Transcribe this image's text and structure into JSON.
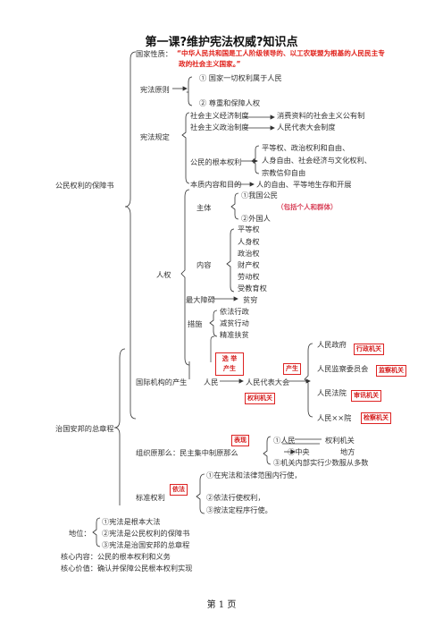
{
  "title": "第一课?维护宪法权威?知识点",
  "guarantee": "公民权利的保障书",
  "nature_label": "国家性质：",
  "nature_text_1": "“中华人民共和国是工人阶级领导的、以工农联盟为根基的人民民主专",
  "nature_text_2": "政的社会主义国家。”",
  "principle_label": "宪法原则",
  "principle_1": "①  国家一切权利属于人民",
  "principle_2": "②  尊重和保障人权",
  "provision_label": "宪法规定",
  "econ_system": "社会主义经济制度",
  "econ_system_val": "消费资料的社会主义公有制",
  "pol_system": "社会主义政治制度",
  "pol_system_val": "人民代表大会制度",
  "basic_rights": "公民的根本权利",
  "right_1": "平等权、政治权利和自由、",
  "right_2": "人身自由、社会经济与文化权利、",
  "right_3": "宗教信仰自由",
  "essence": "本质内容和目的",
  "essence_val": "人的自由、平等地生存和开展",
  "subject": "主体",
  "subject_1": "①我国公民",
  "subject_note": "（包括个人和群体）",
  "subject_2": "②外国人",
  "human_rights": "人权",
  "content": "内容",
  "content_items": [
    "平等权",
    "人身权",
    "政治权",
    "财产权",
    "劳动权",
    "受教育权"
  ],
  "biggest_obstacle": "最大障碍",
  "obstacle_val": "贫穷",
  "measures": "措施",
  "measure_items": [
    "依法行政",
    "减贫行动",
    "精准扶贫"
  ],
  "gov_org": "国际机构的产生",
  "people": "人民",
  "npc": "人民代表大会",
  "tag_election_1": "选 举",
  "tag_election_2": "产生",
  "tag_produce": "产生",
  "tag_power_organ": "权利机关",
  "bodies": [
    "人民政府",
    "人民监察委员会",
    "人民法院",
    "人民××院"
  ],
  "body_tags": [
    "行政机关",
    "监察机关",
    "审讯机关",
    "检察机关"
  ],
  "governance": "治国安邦的总章程",
  "org_principle": "组织原那么：民主集中制原那么",
  "tag_embody": "表现",
  "org_1": "①人民",
  "org_1_val": "权利机关",
  "org_2": "②中央",
  "org_2_val": "地方",
  "org_3": "③机关内部实行少数服从多数",
  "standard_label": "标准权利",
  "tag_law": "依法",
  "std_1": "①在宪法和法律范围内行使，",
  "std_2": "②依法行使权利，",
  "std_3": "③按法定程序行使。",
  "status_label": "地位：",
  "status_1": "①宪法是根本大法",
  "status_2": "②宪法是公民权利的保障书",
  "status_3": "③宪法是治国安邦的总章程",
  "core_content": "核心内容：公民的根本权利和义务",
  "core_value": "核心价值：确认并保障公民根本权利实现",
  "page_label": "第  1  页"
}
